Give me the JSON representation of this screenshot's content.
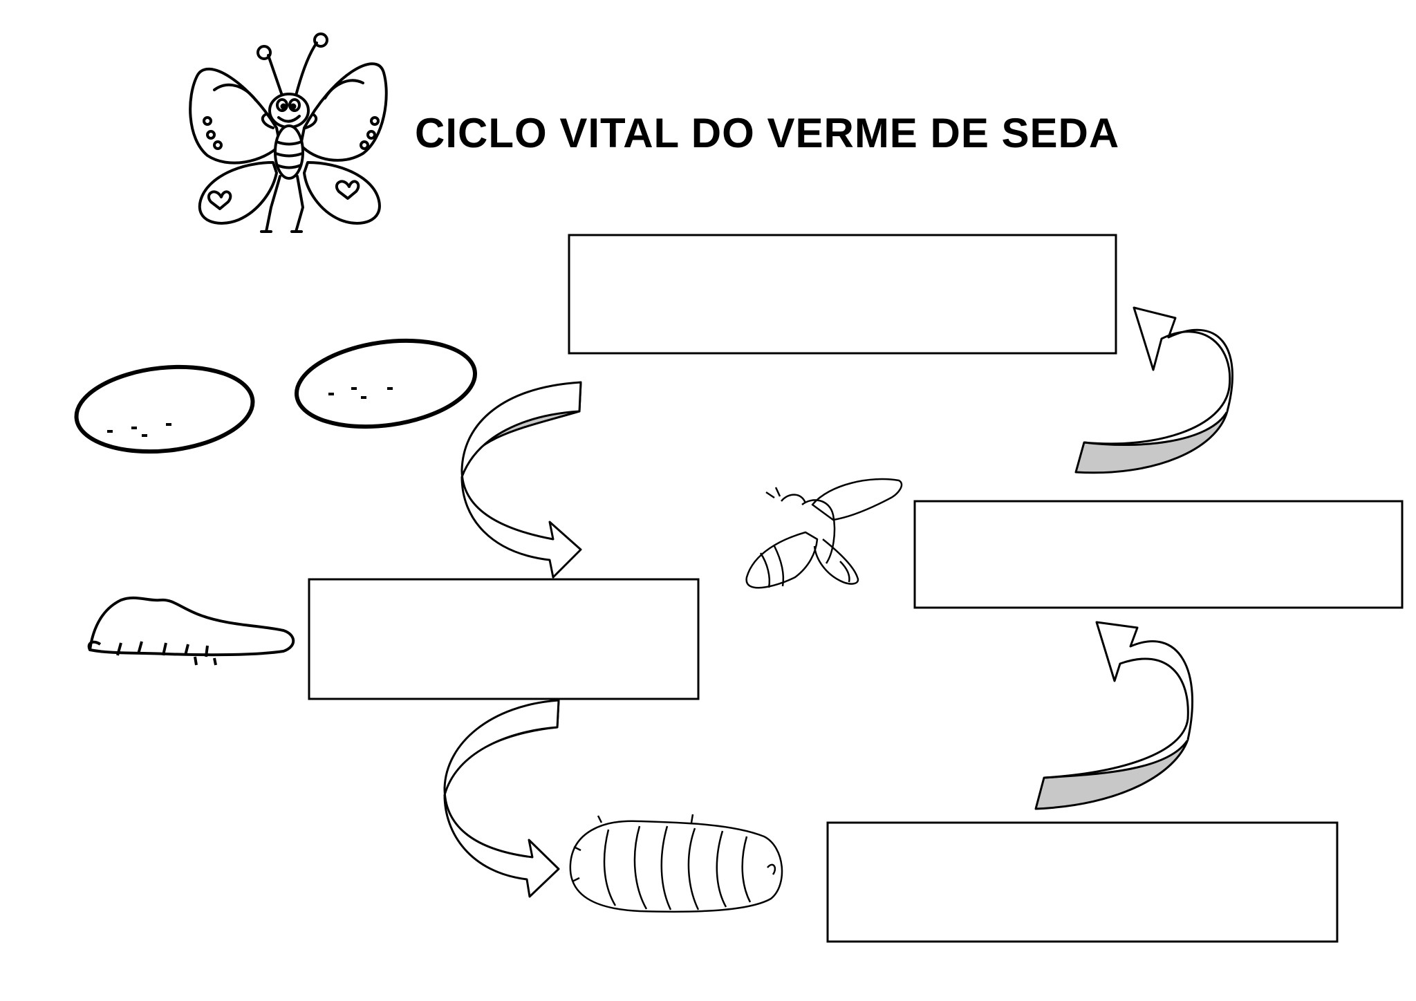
{
  "title": "CICLO VITAL DO VERME DE SEDA",
  "colors": {
    "ink": "#000000",
    "arrow_shade": "#c8c8c8",
    "background": "#ffffff"
  },
  "answer_boxes": [
    {
      "id": "box-top",
      "text": ""
    },
    {
      "id": "box-left-middle",
      "text": ""
    },
    {
      "id": "box-right-middle",
      "text": ""
    },
    {
      "id": "box-bottom-right",
      "text": ""
    }
  ],
  "illustrations": [
    {
      "id": "butterfly",
      "icon": "butterfly-icon"
    },
    {
      "id": "eggs",
      "icon": "eggs-icon"
    },
    {
      "id": "caterpillar",
      "icon": "caterpillar-icon"
    },
    {
      "id": "cocoon",
      "icon": "cocoon-icon"
    },
    {
      "id": "moth",
      "icon": "moth-icon"
    }
  ]
}
